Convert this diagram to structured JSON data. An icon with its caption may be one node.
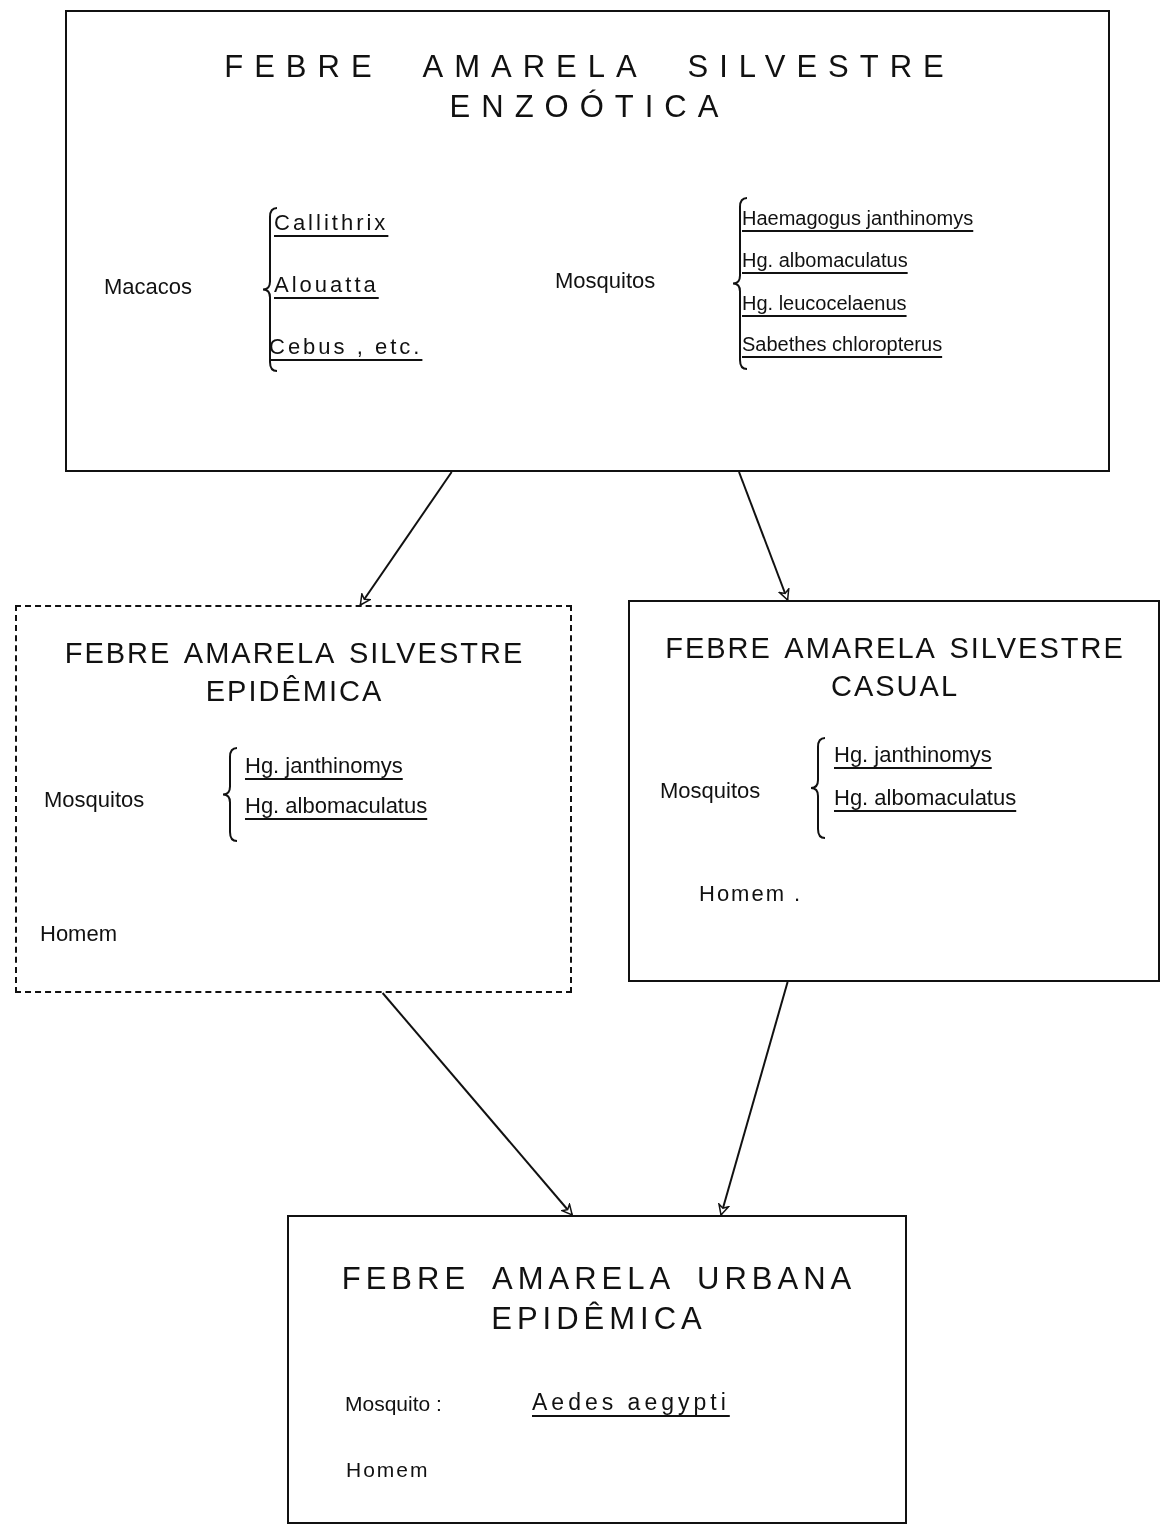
{
  "diagram": {
    "nodes": [
      {
        "text": [
          "FEBRE AMARELA SILVESTRE ENZOÓTICA",
          "Macacos",
          "Callithrix",
          "Alouatta",
          "Cebus , etc.",
          "Mosquitos",
          "Haemagogus janthinomys",
          "Hg. albomaculatus",
          "Hg. leucocelaenus",
          "Sabethes chloropterus"
        ]
      },
      {
        "text": [
          "FEBRE AMARELA SILVESTRE EPIDÊMICA",
          "Mosquitos",
          "Hg. janthinomys",
          "Hg. albomaculatus",
          "Homem"
        ]
      },
      {
        "text": [
          "FEBRE AMARELA SILVESTRE CASUAL",
          "Mosquitos",
          "Hg. janthinomys",
          "Hg. albomaculatus",
          "Homem ."
        ]
      },
      {
        "text": [
          "FEBRE AMARELA URBANA EPIDÊMICA",
          "Mosquito :",
          "Aedes aegypti",
          "Homem"
        ]
      }
    ],
    "edges": [
      {
        "from": 0,
        "to": 1,
        "arrow": "to"
      },
      {
        "from": 0,
        "to": 2,
        "arrow": "to"
      },
      {
        "from": 1,
        "to": 3,
        "arrow": "to"
      },
      {
        "from": 2,
        "to": 3,
        "arrow": "to"
      }
    ]
  }
}
